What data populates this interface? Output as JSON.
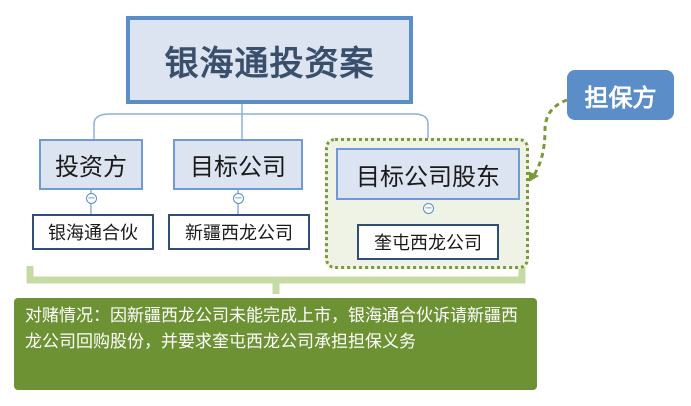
{
  "title": "银海通投资案",
  "guarantor_label": "担保方",
  "categories": [
    {
      "label": "投资方",
      "child": "银海通合伙"
    },
    {
      "label": "目标公司",
      "child": "新疆西龙公司"
    },
    {
      "label": "目标公司股东",
      "child": "奎屯西龙公司"
    }
  ],
  "note": "对赌情况：因新疆西龙公司未能完成上市，银海通合伙诉请新疆西龙公司回购股份，并要求奎屯西龙公司承担担保义务",
  "colors": {
    "title_fill": "#dbe4f0",
    "title_border": "#5b8dc9",
    "guarantor_fill": "#5b8dc9",
    "group_border": "#7a9a3a",
    "note_fill": "#6d9233",
    "bracket": "#c6dba4"
  }
}
